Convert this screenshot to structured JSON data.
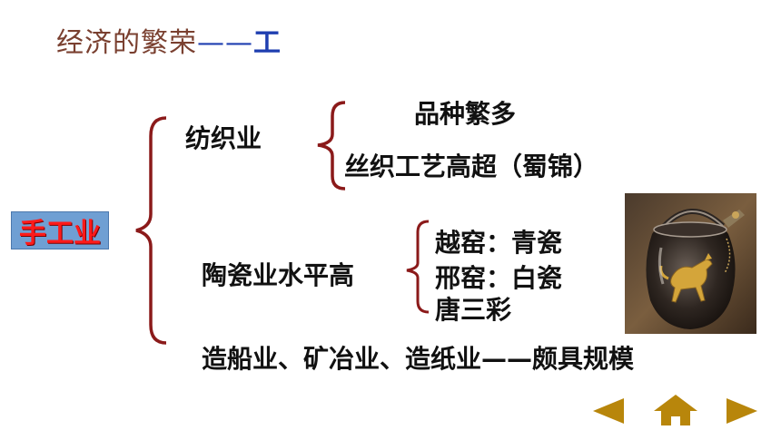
{
  "slide": {
    "title_main": "经济的繁荣",
    "title_dash": "——",
    "title_highlight": "工"
  },
  "tree": {
    "root": "手工业",
    "branches": {
      "textile": {
        "label": "纺织业",
        "children": [
          "品种繁多",
          "丝织工艺高超（蜀锦）"
        ]
      },
      "ceramics": {
        "label": "陶瓷业水平高",
        "children": [
          "越窑：青瓷",
          "邢窑：白瓷",
          "唐三彩"
        ]
      },
      "other": {
        "label": "造船业、矿冶业、造纸业——颇具规模"
      }
    }
  },
  "image": {
    "subject": "silver-jug-with-horse"
  },
  "nav": {
    "prev_icon": "triangle-left-icon",
    "home_icon": "home-icon",
    "next_icon": "triangle-right-icon",
    "accent_color": "#b8860b"
  },
  "colors": {
    "bracket": "#8b1a1a",
    "root_bg": "#6f9fd3",
    "root_text": "#ff1a1a"
  }
}
